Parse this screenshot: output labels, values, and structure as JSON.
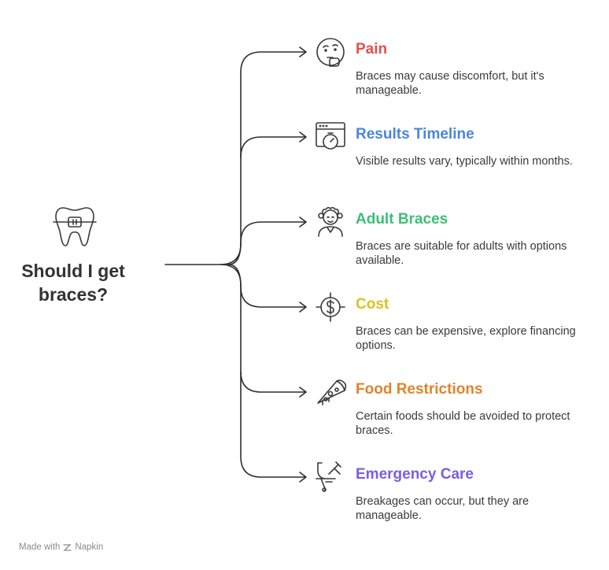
{
  "center": {
    "title": "Should I get braces?",
    "icon": "tooth-braces-icon"
  },
  "branches": [
    {
      "title": "Pain",
      "description": "Braces may cause discomfort, but it's manageable.",
      "color": "#e2504c",
      "icon": "thinking-face-icon"
    },
    {
      "title": "Results Timeline",
      "description": "Visible results vary, typically within months.",
      "color": "#4a86dc",
      "icon": "timer-window-icon"
    },
    {
      "title": "Adult Braces",
      "description": "Braces are suitable for adults with options available.",
      "color": "#3bbf78",
      "icon": "elderly-person-icon"
    },
    {
      "title": "Cost",
      "description": "Braces can be expensive, explore financing options.",
      "color": "#d9c21d",
      "icon": "dollar-target-icon"
    },
    {
      "title": "Food Restrictions",
      "description": "Certain foods should be avoided to protect braces.",
      "color": "#e0832c",
      "icon": "pizza-slice-icon"
    },
    {
      "title": "Emergency Care",
      "description": "Breakages can occur, but they are manageable.",
      "color": "#7b5ee0",
      "icon": "dental-tools-icon"
    }
  ],
  "footer": {
    "made_with": "Made with",
    "brand": "Napkin"
  }
}
